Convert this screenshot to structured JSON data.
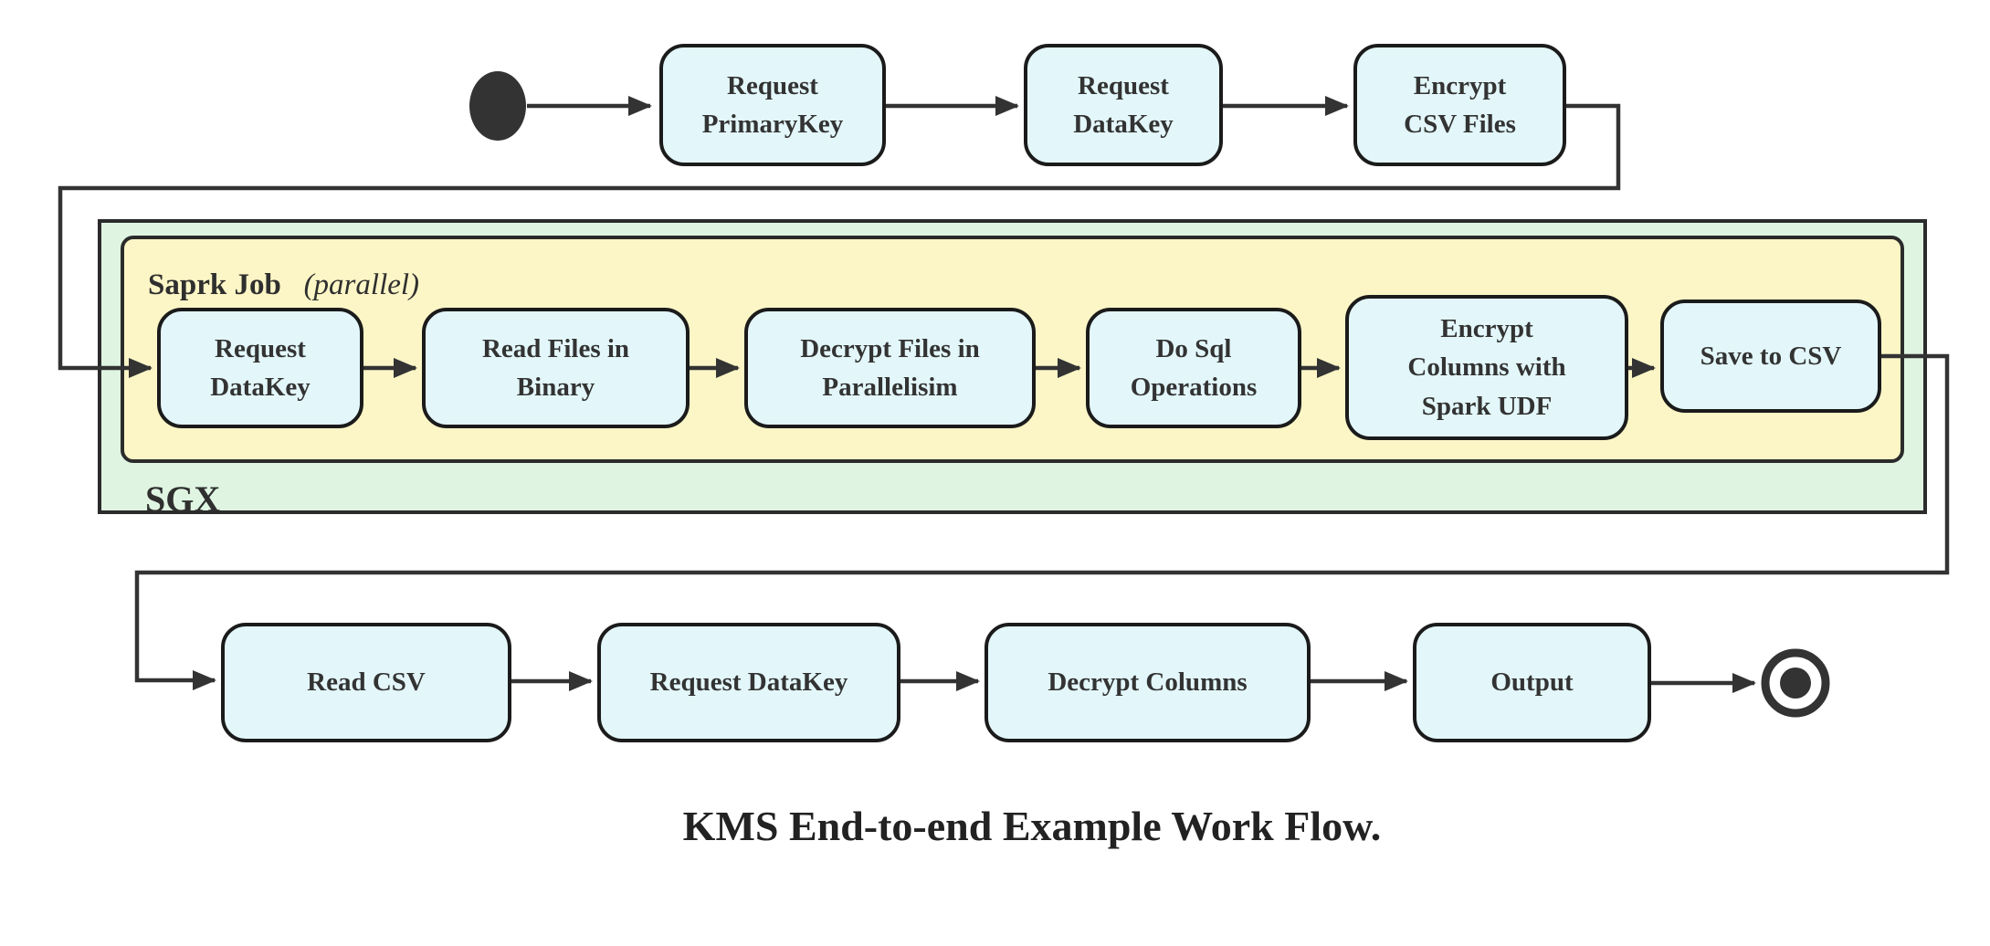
{
  "title": "KMS End-to-end Example Work Flow.",
  "containers": {
    "sgx_label": "SGX",
    "cluster_name": "Saprk Job",
    "cluster_qualifier": "(parallel)"
  },
  "nodes": {
    "request_primarykey": "Request\nPrimaryKey",
    "request_datakey_top": "Request\nDataKey",
    "encrypt_csv_files": "Encrypt\nCSV Files",
    "request_datakey_sgx": "Request\nDataKey",
    "read_files_in_binary": "Read Files in\nBinary",
    "decrypt_files_in_parallelisim": "Decrypt Files in\nParallelisim",
    "do_sql_operations": "Do Sql\nOperations",
    "encrypt_columns_with_spark_udf": "Encrypt\nColumns with\nSpark UDF",
    "save_to_csv": "Save to CSV",
    "read_csv": "Read CSV",
    "request_datakey_bottom": "Request DataKey",
    "decrypt_columns": "Decrypt Columns",
    "output": "Output"
  },
  "flow": [
    "start",
    "Request PrimaryKey",
    "Request DataKey",
    "Encrypt CSV Files",
    "Request DataKey (SGX / Saprk Job parallel)",
    "Read Files in Binary",
    "Decrypt Files in Parallelisim",
    "Do Sql Operations",
    "Encrypt Columns with Spark UDF",
    "Save to CSV",
    "Read CSV",
    "Request DataKey",
    "Decrypt Columns",
    "Output",
    "end"
  ],
  "colors": {
    "node_fill": "#e3f7fa",
    "yellow_fill": "#fcf6c6",
    "green_fill": "#dff5e2",
    "line_color": "#333333"
  }
}
